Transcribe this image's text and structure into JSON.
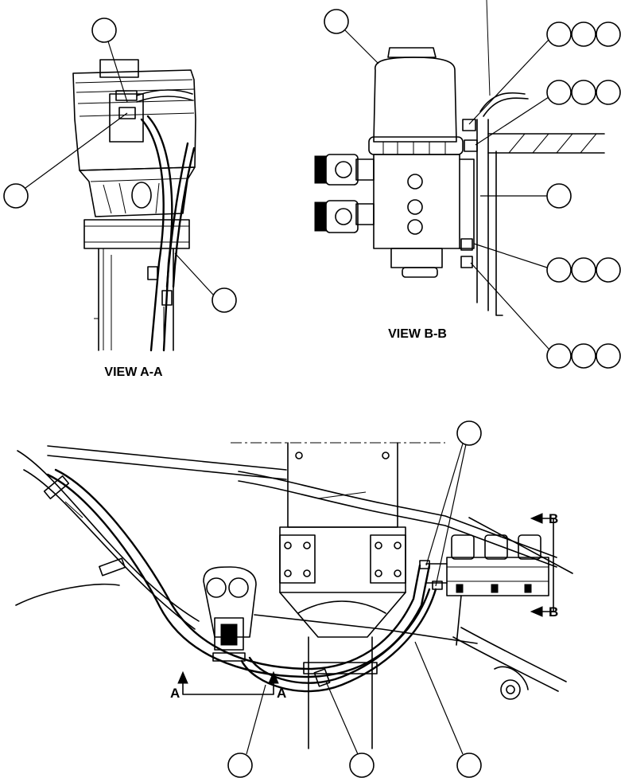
{
  "views": {
    "view_a": {
      "caption": "VIEW A-A"
    },
    "view_b": {
      "caption": "VIEW B-B"
    }
  },
  "section_markers": {
    "a_left": "A",
    "a_right": "A",
    "b_top": "B",
    "b_bottom": "B"
  },
  "callouts": {
    "view_a": [
      {
        "id": "a1",
        "label": ""
      },
      {
        "id": "a2",
        "label": ""
      },
      {
        "id": "a3",
        "label": ""
      }
    ],
    "view_b": [
      {
        "id": "b1",
        "label": ""
      },
      {
        "id": "b2",
        "label": "",
        "count": 3
      },
      {
        "id": "b3",
        "label": "",
        "count": 3
      },
      {
        "id": "b4",
        "label": ""
      },
      {
        "id": "b5",
        "label": "",
        "count": 3
      },
      {
        "id": "b6",
        "label": "",
        "count": 3
      }
    ],
    "main": [
      {
        "id": "m1",
        "label": ""
      },
      {
        "id": "m2",
        "label": ""
      },
      {
        "id": "m3",
        "label": ""
      },
      {
        "id": "m4",
        "label": ""
      }
    ]
  }
}
